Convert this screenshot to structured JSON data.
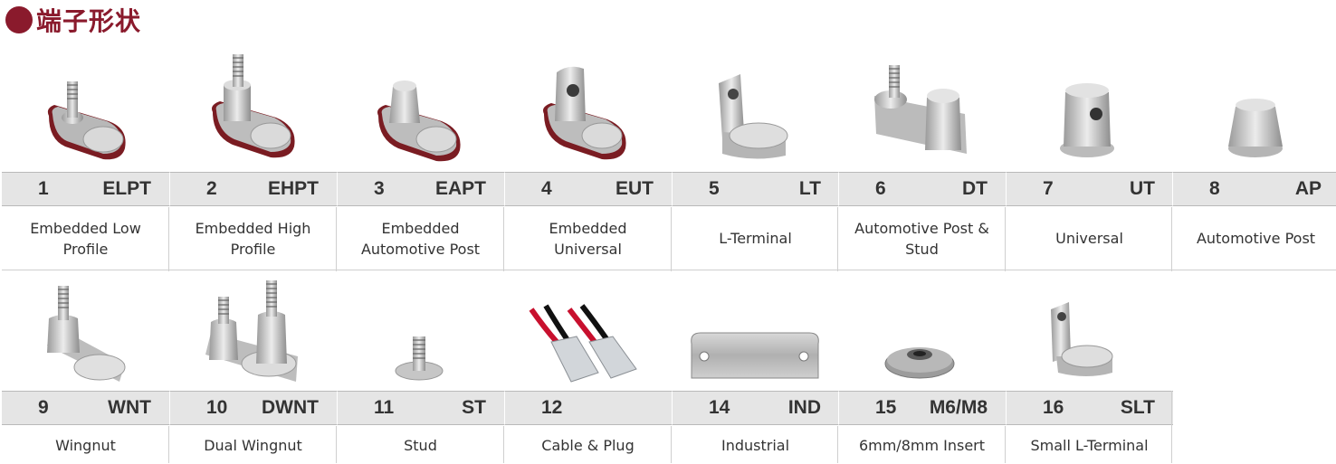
{
  "header": {
    "title": "端子形状"
  },
  "row1": [
    {
      "num": "1",
      "code": "ELPT",
      "name": "Embedded Low Profile",
      "icon": "embedded-low-profile-terminal-icon"
    },
    {
      "num": "2",
      "code": "EHPT",
      "name": "Embedded High Profile",
      "icon": "embedded-high-profile-terminal-icon"
    },
    {
      "num": "3",
      "code": "EAPT",
      "name": "Embedded Automotive Post",
      "icon": "embedded-automotive-post-terminal-icon"
    },
    {
      "num": "4",
      "code": "EUT",
      "name": "Embedded Universal",
      "icon": "embedded-universal-terminal-icon"
    },
    {
      "num": "5",
      "code": "LT",
      "name": "L-Terminal",
      "icon": "l-terminal-icon"
    },
    {
      "num": "6",
      "code": "DT",
      "name": "Automotive Post & Stud",
      "icon": "automotive-post-stud-terminal-icon"
    },
    {
      "num": "7",
      "code": "UT",
      "name": "Universal",
      "icon": "universal-terminal-icon"
    },
    {
      "num": "8",
      "code": "AP",
      "name": "Automotive Post",
      "icon": "automotive-post-terminal-icon"
    }
  ],
  "row2": [
    {
      "num": "9",
      "code": "WNT",
      "name": "Wingnut",
      "icon": "wingnut-terminal-icon"
    },
    {
      "num": "10",
      "code": "DWNT",
      "name": "Dual Wingnut",
      "icon": "dual-wingnut-terminal-icon"
    },
    {
      "num": "11",
      "code": "ST",
      "name": "Stud",
      "icon": "stud-terminal-icon"
    },
    {
      "num": "12",
      "code": "",
      "name": "Cable & Plug",
      "icon": "cable-plug-icon"
    },
    {
      "num": "14",
      "code": "IND",
      "name": "Industrial",
      "icon": "industrial-terminal-icon"
    },
    {
      "num": "15",
      "code": "M6/M8",
      "name": "6mm/8mm Insert",
      "icon": "insert-terminal-icon"
    },
    {
      "num": "16",
      "code": "SLT",
      "name": "Small L-Terminal",
      "icon": "small-l-terminal-icon"
    }
  ]
}
